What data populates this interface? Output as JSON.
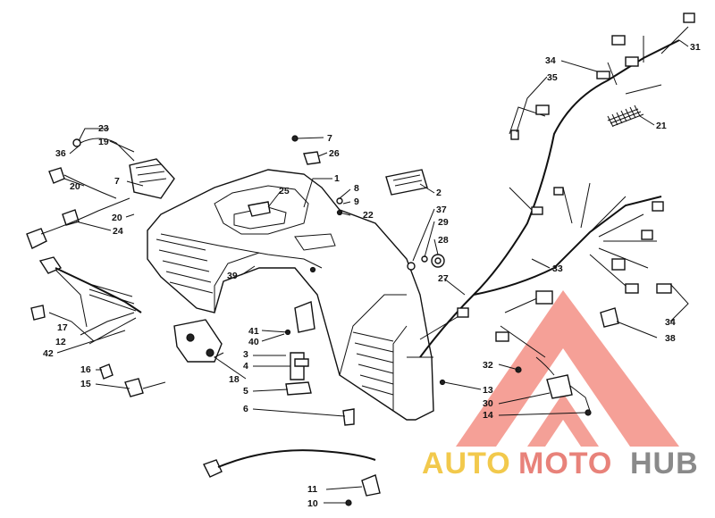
{
  "diagram": {
    "labels": [
      {
        "text": "1"
      },
      {
        "text": "2"
      },
      {
        "text": "3"
      },
      {
        "text": "4"
      },
      {
        "text": "5"
      },
      {
        "text": "6"
      },
      {
        "text": "7"
      },
      {
        "text": "7"
      },
      {
        "text": "8"
      },
      {
        "text": "9"
      },
      {
        "text": "10"
      },
      {
        "text": "11"
      },
      {
        "text": "12"
      },
      {
        "text": "13"
      },
      {
        "text": "14"
      },
      {
        "text": "15"
      },
      {
        "text": "16"
      },
      {
        "text": "17"
      },
      {
        "text": "18"
      },
      {
        "text": "19"
      },
      {
        "text": "20"
      },
      {
        "text": "20"
      },
      {
        "text": "21"
      },
      {
        "text": "22"
      },
      {
        "text": "23"
      },
      {
        "text": "24"
      },
      {
        "text": "25"
      },
      {
        "text": "26"
      },
      {
        "text": "27"
      },
      {
        "text": "28"
      },
      {
        "text": "29"
      },
      {
        "text": "30"
      },
      {
        "text": "31"
      },
      {
        "text": "32"
      },
      {
        "text": "33"
      },
      {
        "text": "34"
      },
      {
        "text": "34"
      },
      {
        "text": "35"
      },
      {
        "text": "36"
      },
      {
        "text": "37"
      },
      {
        "text": "38"
      },
      {
        "text": "39"
      },
      {
        "text": "40"
      },
      {
        "text": "41"
      },
      {
        "text": "42"
      }
    ]
  },
  "watermark": {
    "word_auto": "AUTO",
    "word_moto": "MOTO",
    "word_hub": "HUB",
    "color_auto": "#f2c94c",
    "color_moto": "#e8827a",
    "color_hub": "#8a8a8a",
    "color_logo": "#e84a3a"
  }
}
